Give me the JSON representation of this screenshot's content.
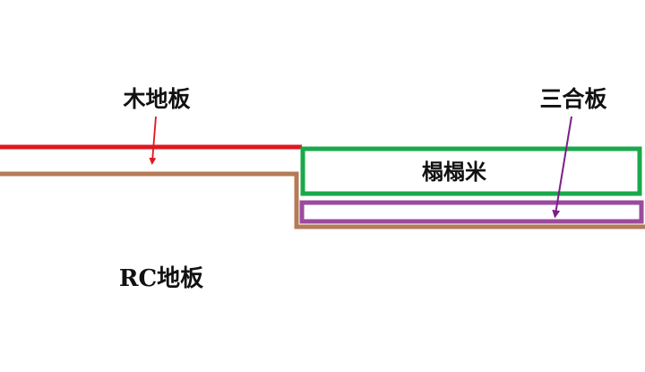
{
  "labels": {
    "wood_floor": "木地板",
    "plywood": "三合板",
    "tatami": "榻榻米",
    "rc_floor": "RC地板"
  },
  "colors": {
    "wood_floor_line": "#e0171f",
    "rc_floor_line": "#b57a56",
    "tatami_box": "#1aa84a",
    "plywood_box": "#9b4a9e",
    "arrow_red": "#e0171f",
    "arrow_purple": "#7a1f86",
    "text": "#111111",
    "background": "#ffffff"
  }
}
